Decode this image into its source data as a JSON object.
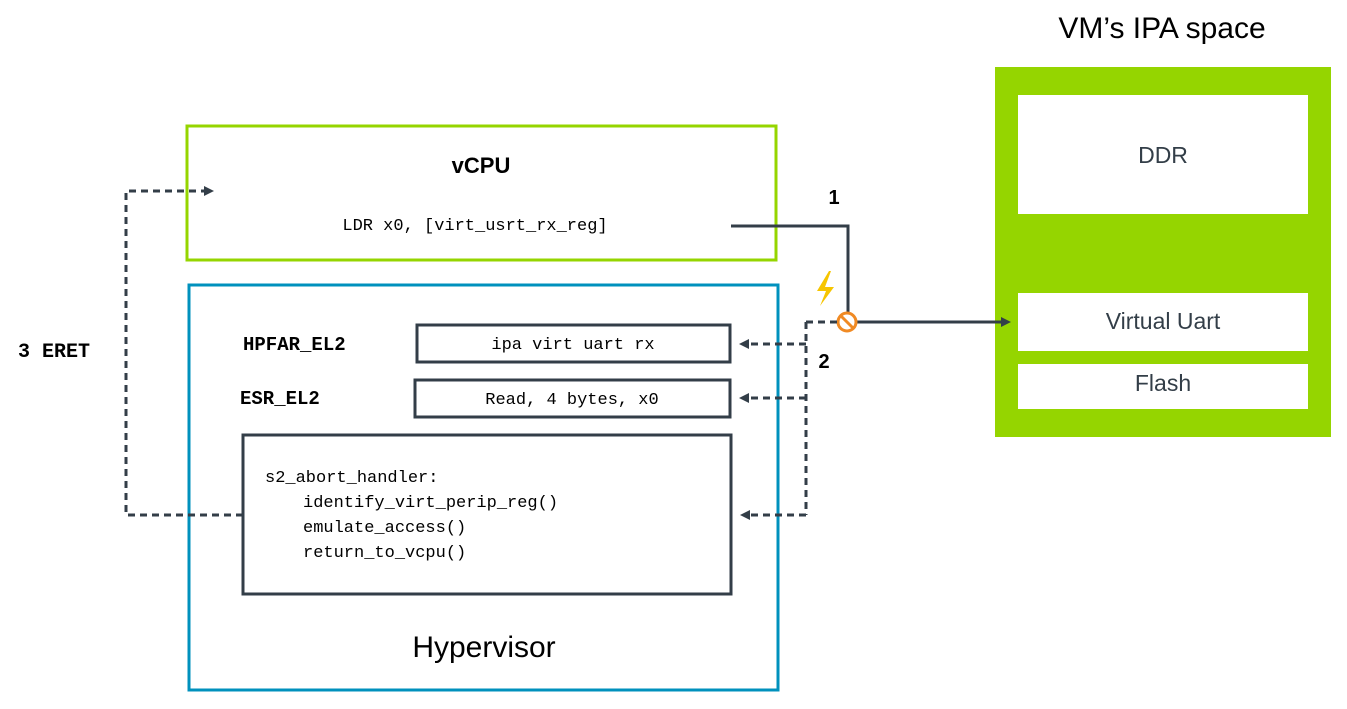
{
  "colors": {
    "green": "#95d500",
    "blue": "#0091bd",
    "dark": "#333e48",
    "fault_orange": "#f08a24",
    "lightning_yellow": "#f6c500"
  },
  "vcpu": {
    "title": "vCPU",
    "instruction": "LDR x0, [virt_usrt_rx_reg]"
  },
  "hypervisor": {
    "title": "Hypervisor",
    "registers": [
      {
        "name": "HPFAR_EL2",
        "value": "ipa virt uart rx"
      },
      {
        "name": "ESR_EL2",
        "value": "Read, 4 bytes, x0"
      }
    ],
    "handler_lines": [
      "s2_abort_handler:",
      "identify_virt_perip_reg()",
      "emulate_access()",
      "return_to_vcpu()"
    ]
  },
  "ipa_space": {
    "title": "VM’s IPA space",
    "regions": [
      "DDR",
      "Virtual Uart",
      "Flash"
    ]
  },
  "steps": {
    "step1": "1",
    "step2": "2",
    "step3": "3 ERET"
  },
  "icons": [
    "lightning-icon",
    "fault-icon"
  ]
}
